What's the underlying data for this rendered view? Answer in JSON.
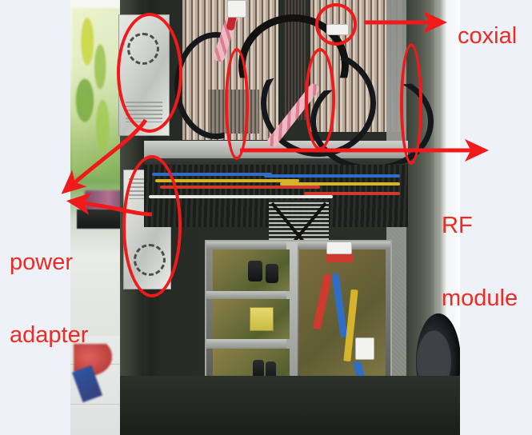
{
  "scene": {
    "description": "Open equipment cabinet photograph with red hand-drawn annotations",
    "background_color": "#eef1f8",
    "annotation_color": "#ee2a24"
  },
  "annotations": {
    "labels": [
      {
        "id": "coxial",
        "text": "coxial",
        "color": "#ee2a24"
      },
      {
        "id": "rf",
        "text": "RF\nmodule",
        "color": "#ee2a24"
      },
      {
        "id": "power",
        "text": "power\nadapter",
        "color": "#ee2a24"
      }
    ],
    "label_coxial": "coxial",
    "label_rf_line1": "RF",
    "label_rf_line2": "module",
    "label_power_line1": "power",
    "label_power_line2": "adapter",
    "shapes": [
      {
        "name": "ellipse-psu-top",
        "type": "ellipse"
      },
      {
        "name": "ellipse-psu-bottom",
        "type": "ellipse"
      },
      {
        "name": "circle-coax-elbow",
        "type": "circle"
      },
      {
        "name": "ellipse-cable-left",
        "type": "ellipse"
      },
      {
        "name": "ellipse-cable-mid",
        "type": "ellipse"
      },
      {
        "name": "ellipse-cable-right",
        "type": "ellipse"
      },
      {
        "name": "arrow-coxial",
        "type": "arrow"
      },
      {
        "name": "arrow-rf-module",
        "type": "arrow"
      },
      {
        "name": "arrow-power-upper",
        "type": "arrow"
      },
      {
        "name": "arrow-power-lower",
        "type": "arrow"
      }
    ]
  },
  "photo": {
    "subject": "industrial RF cabinet interior",
    "parts": [
      {
        "name": "power-supply-upper"
      },
      {
        "name": "power-supply-lower"
      },
      {
        "name": "rf-module-heatsink"
      },
      {
        "name": "coaxial-cable"
      },
      {
        "name": "wiring-harness"
      },
      {
        "name": "circuit-board-chassis"
      },
      {
        "name": "cabinet-wheel"
      }
    ]
  }
}
